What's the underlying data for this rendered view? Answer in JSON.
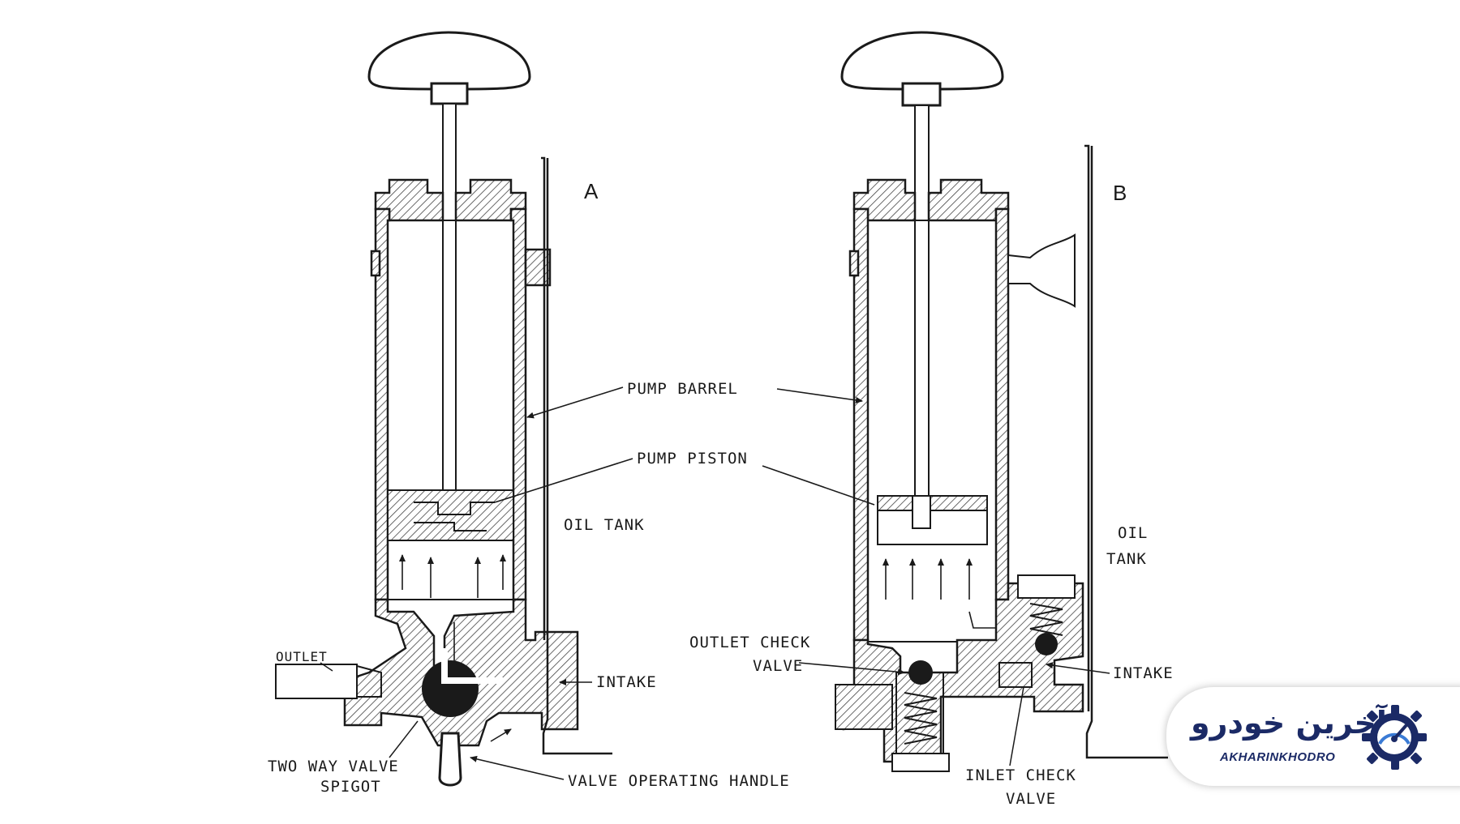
{
  "figures": {
    "a": {
      "letter": "A"
    },
    "b": {
      "letter": "B"
    }
  },
  "labels": {
    "pump_barrel": "PUMP BARREL",
    "pump_piston": "PUMP PISTON",
    "oil_tank_a": "OIL TANK",
    "oil_tank_b_line1": "OIL",
    "oil_tank_b_line2": "TANK",
    "outlet": "OUTLET",
    "intake_a": "INTAKE",
    "two_way_valve_line1": "TWO WAY VALVE",
    "two_way_valve_line2": "SPIGOT",
    "valve_operating_handle": "VALVE OPERATING HANDLE",
    "outlet_check_valve_line1": "OUTLET CHECK",
    "outlet_check_valve_line2": "VALVE",
    "intake_b": "INTAKE",
    "inlet_check_valve_line1": "INLET CHECK",
    "inlet_check_valve_line2": "VALVE"
  },
  "logo": {
    "persian_text": "آخرین خودرو",
    "latin_text": "AKHARINKHODRO",
    "icon": "gear-speedometer-icon",
    "color": "#1b2a66"
  }
}
